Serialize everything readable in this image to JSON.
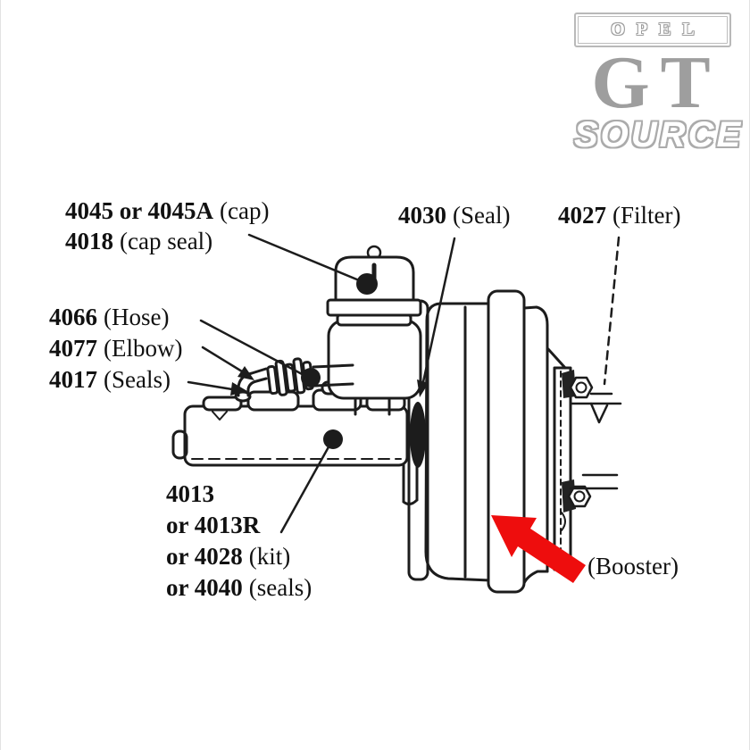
{
  "logo": {
    "opel": "OPEL",
    "gt": "GT",
    "source": "SOURCE"
  },
  "labels": {
    "cap": {
      "part": "4045 or 4045A",
      "desc": "(cap)"
    },
    "cap_seal": {
      "part": "4018",
      "desc": "(cap seal)"
    },
    "seal": {
      "part": "4030",
      "desc": "(Seal)"
    },
    "filter": {
      "part": "4027",
      "desc": "(Filter)"
    },
    "hose": {
      "part": "4066",
      "desc": "(Hose)"
    },
    "elbow": {
      "part": "4077",
      "desc": "(Elbow)"
    },
    "seals": {
      "part": "4017",
      "desc": "(Seals)"
    },
    "master_cylinder": {
      "l1": "4013",
      "l2": "or 4013R",
      "l3_part": "or 4028",
      "l3_desc": "(kit)",
      "l4_part": "or 4040",
      "l4_desc": "(seals)"
    },
    "booster": {
      "desc": "(Booster)"
    }
  },
  "colors": {
    "arrow_red": "#ee0d0d",
    "logo_gray": "#9e9e9e",
    "line_black": "#1c1c1c"
  }
}
